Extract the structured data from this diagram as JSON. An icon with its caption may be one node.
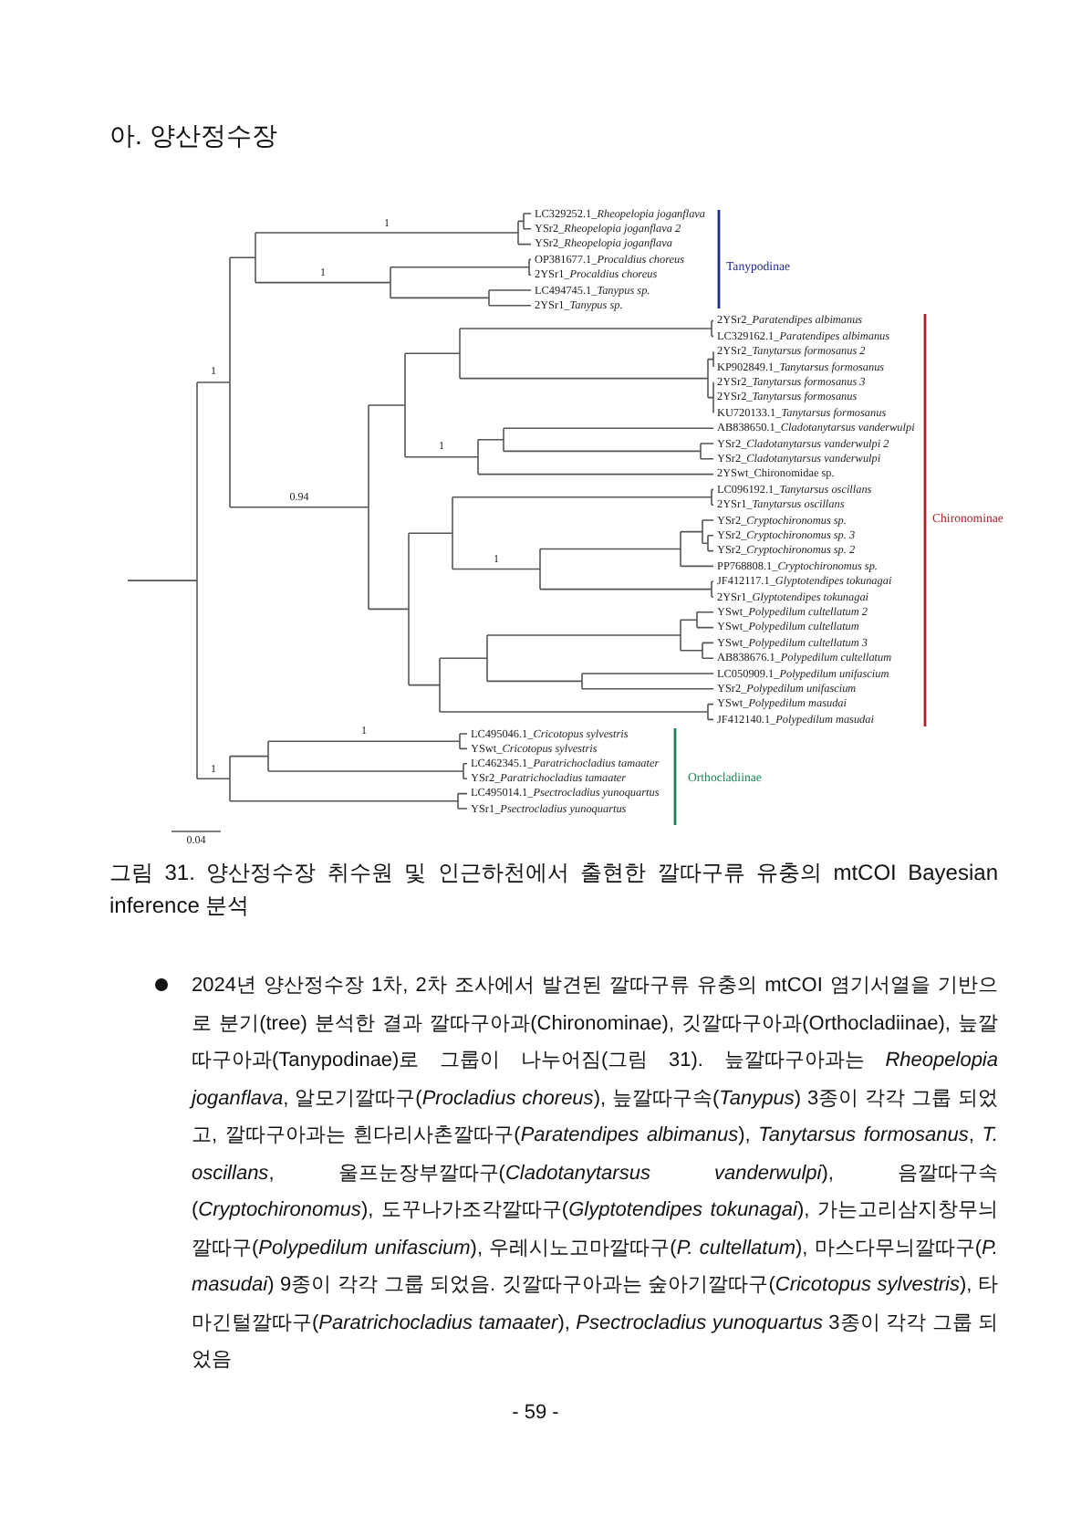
{
  "diagram": {
    "title": "아. 양산정수장",
    "caption": "그림 31. 양산정수장 취수원 및 인근하천에서 출현한 깔따구류 유충의 mtCOI Bayesian inference 분석",
    "labels": [
      "LC329252.1_Rheopelopia joganflava",
      "YSr2_Rheopelopia joganflava 2",
      "YSr2_Rheopelopia joganflava",
      "OP381677.1_Procaldius choreus",
      "2YSr1_Procaldius choreus",
      "LC494745.1_Tanypus sp.",
      "2YSr1_Tanypus sp.",
      "2YSr2_Paratendipes albimanus",
      "LC329162.1_Paratendipes albimanus",
      "2YSr2_Tanytarsus formosanus 2",
      "KP902849.1_Tanytarsus formosanus",
      "2YSr2_Tanytarsus formosanus 3",
      "2YSr2_Tanytarsus formosanus",
      "KU720133.1_Tanytarsus formosanus",
      "AB838650.1_Cladotanytarsus vanderwulpi",
      "YSr2_Cladotanytarsus vanderwulpi 2",
      "YSr2_Cladotanytarsus vanderwulpi",
      "2YSwt_Chironomidae sp.",
      "LC096192.1_Tanytarsus oscillans",
      "2YSr1_Tanytarsus oscillans",
      "YSr2_Cryptochironomus sp.",
      "YSr2_Cryptochironomus sp. 3",
      "YSr2_Cryptochironomus sp. 2",
      "PP768808.1_Cryptochironomus sp.",
      "JF412117.1_Glyptotendipes tokunagai",
      "2YSr1_Glyptotendipes tokunagai",
      "YSwt_Polypedilum cultellatum 2",
      "YSwt_Polypedilum cultellatum",
      "YSwt_Polypedilum cultellatum 3",
      "AB838676.1_Polypedilum cultellatum",
      "LC050909.1_Polypedilum unifascium",
      "YSr2_Polypedilum unifascium",
      "YSwt_Polypedilum masudai",
      "JF412140.1_Polypedilum masudai",
      "LC495046.1_Cricotopus sylvestris",
      "YSwt_Cricotopus sylvestris",
      "LC462345.1_Paratrichocladius tamaater",
      "YSr2_Paratrichocladius tamaater",
      "LC495014.1_Psectrocladius yunoquartus",
      "YSr1_Psectrocladius yunoquartus",
      "Tanypodinae",
      "Chironominae",
      "Orthocladiinae",
      "1",
      "1",
      "1",
      "1",
      "0.94",
      "1",
      "1",
      "1",
      "0.04",
      "2024년 양산정수장 1차, 2차 조사에서 발견된 깔따구류 유충의 mtCOI 염기서열을 기반으로 분기(tree) 분석한 결과 깔따구아과(Chironominae), 깃깔따구아과(Orthocladiinae), 늪깔따구아과(Tanypodinae)로 그룹이 나누어짐(그림 31). 늪깔따구아과는 *Rheopelopia joganflava*, 알모기깔따구(*Procladius choreus*), 늪깔따구속(*Tanypus*) 3종이 각각 그룹 되었고, 깔따구아과는 흰다리사촌깔따구(*Paratendipes albimanus*), *Tanytarsus formosanus*, *T. oscillans*, 울프눈장부깔따구(*Cladotanytarsus vanderwulpi*), 음깔따구속(*Cryptochironomus*), 도꾸나가조각깔따구(*Glyptotendipes tokunagai*), 가는고리삼지창무늬깔따구(*Polypedilum unifascium*), 우레시노고마깔따구(*P. cultellatum*), 마스다무늬깔따구(*P. masudai*) 9종이 각각 그룹 되었음. 깃깔따구아과는 숲아기깔따구(*Cricotopus sylvestris*), 타마긴털깔따구(*Paratrichocladius tamaater*), *Psectrocladius yunoquartus* 3종이 각각 그룹 되었음",
      "- 59 -"
    ]
  }
}
